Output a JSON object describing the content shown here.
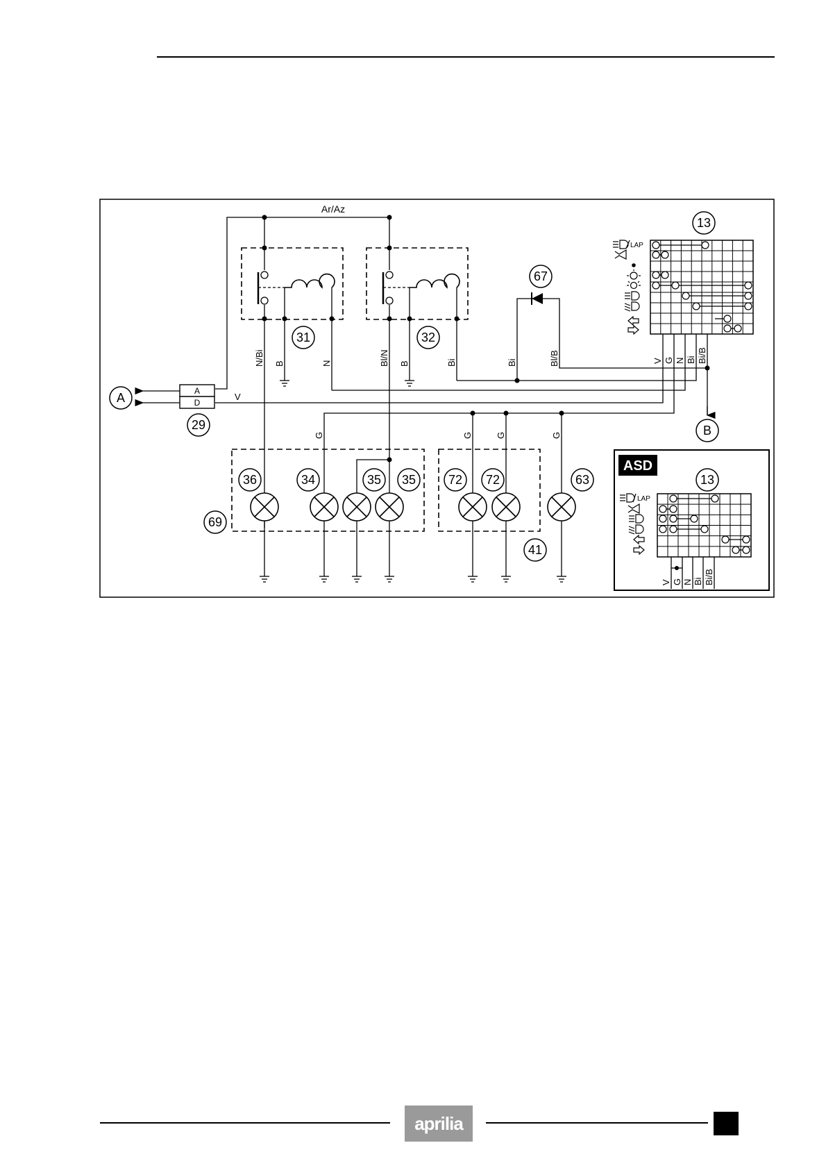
{
  "diagram": {
    "top_wire_label": "Ar/Az",
    "wire_labels": {
      "n_bi": "N/Bi",
      "b1": "B",
      "n1": "N",
      "bl_n": "Bl/N",
      "b2": "B",
      "bi_relay": "Bi",
      "bi_diode": "Bi",
      "bl_b": "Bl/B",
      "v_conn": "V",
      "g_34": "G",
      "g_72a": "G",
      "g_72b": "G",
      "g_63": "G",
      "sw_v": "V",
      "sw_g": "G",
      "sw_n": "N",
      "sw_bi": "Bi",
      "sw_bi_b": "Bi/B",
      "asd_v": "V",
      "asd_g": "G",
      "asd_n": "N",
      "asd_bi": "Bi",
      "asd_bi_b": "Bi/B"
    },
    "connector": {
      "top": "A",
      "bottom": "D"
    },
    "references": {
      "a": "A",
      "b": "B",
      "n29": "29",
      "n31": "31",
      "n32": "32",
      "n67": "67",
      "n13": "13",
      "n36": "36",
      "n34": "34",
      "n35a": "35",
      "n35b": "35",
      "n72a": "72",
      "n72b": "72",
      "n63": "63",
      "n69": "69",
      "n41": "41",
      "n13_asd": "13"
    },
    "switch_icons": {
      "lap_label": "LAP",
      "lap_label_asd": "LAP"
    },
    "asd_badge": "ASD"
  },
  "footer": {
    "logo": "aprilia"
  },
  "colors": {
    "line": "#000000",
    "logo_bg": "#9a9a9a",
    "badge_bg": "#000000"
  }
}
